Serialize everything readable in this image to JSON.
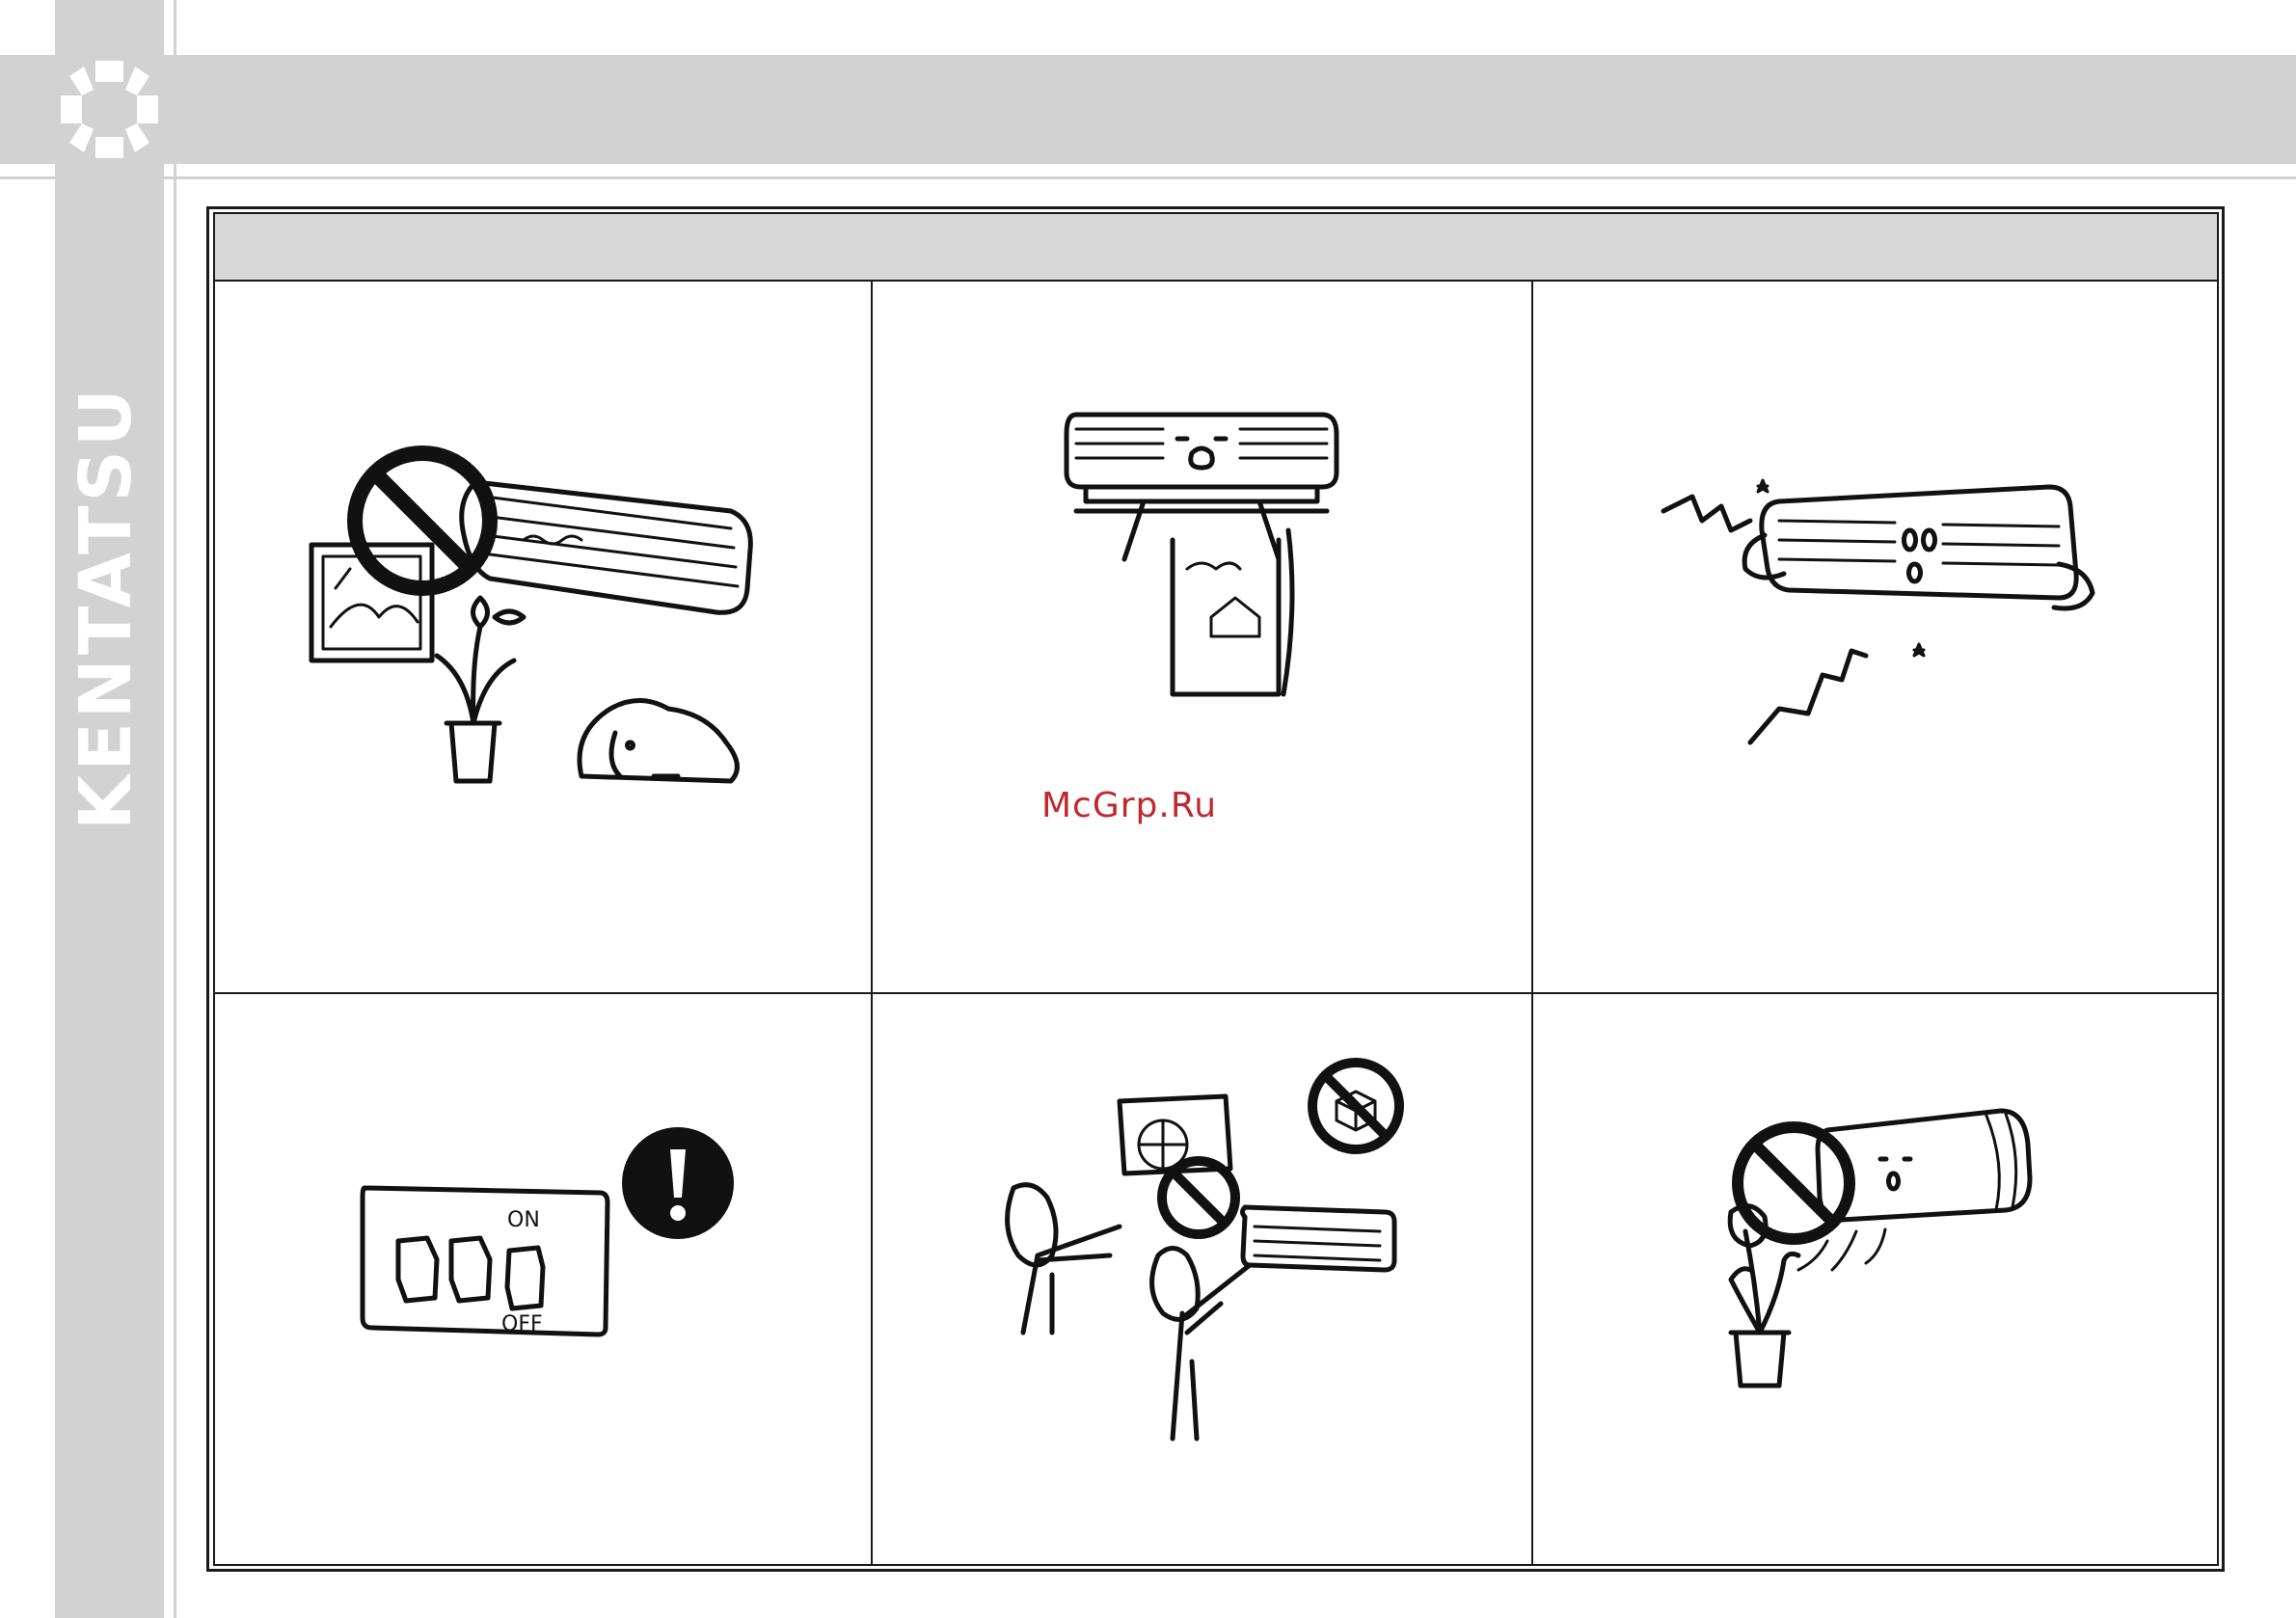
{
  "brand": {
    "name": "KENTATSU"
  },
  "table": {
    "header_text": ""
  },
  "switch_panel": {
    "on_label": "ON",
    "off_label": "OFF"
  },
  "watermark": {
    "text": "McGrp.Ru"
  },
  "colors": {
    "band_gray": "#d2d2d2",
    "ink": "#111111",
    "watermark_red": "#c0282d"
  },
  "illustrations": [
    {
      "id": "no-obstacles-under-unit",
      "icon": "prohibition-icon"
    },
    {
      "id": "hands-lifting-unit",
      "icon": "indoor-unit-icon"
    },
    {
      "id": "unit-vibration-noise",
      "icon": "indoor-unit-icon"
    },
    {
      "id": "power-switch-off",
      "icon": "exclamation-icon"
    },
    {
      "id": "no-water-on-unit",
      "icon": "prohibition-icon"
    },
    {
      "id": "no-airflow-on-plants",
      "icon": "prohibition-icon"
    }
  ]
}
